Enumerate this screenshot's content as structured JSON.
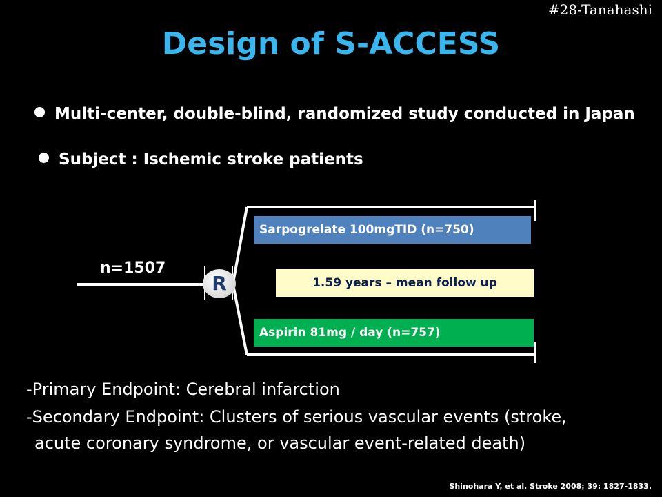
{
  "slide": {
    "tag": "#28-Tanahashi",
    "title": "Design of S-ACCESS",
    "bullets": [
      "Multi-center, double-blind, randomized study conducted in Japan",
      "Subject : Ischemic stroke patients"
    ],
    "diagram": {
      "n_label": "n=1507",
      "randomize_label": "R",
      "arm_top": "Sarpogrelate 100mgTID (n=750)",
      "follow_up": "1.59 years – mean follow up",
      "arm_bottom": "Aspirin 81mg / day (n=757)"
    },
    "endpoints": {
      "primary": "-Primary Endpoint:    Cerebral infarction",
      "secondary_line1": "-Secondary Endpoint:   Clusters of serious vascular  events (stroke,",
      "secondary_line2": "acute coronary syndrome, or vascular event-related death)"
    },
    "citation": "Shinohara Y, et al. Stroke 2008; 39: 1827-1833.",
    "colors": {
      "title": "#39b6ee",
      "arm_top_bg": "#4f81bd",
      "arm_bottom_bg": "#00b050",
      "follow_bg": "#fffcc9"
    }
  }
}
